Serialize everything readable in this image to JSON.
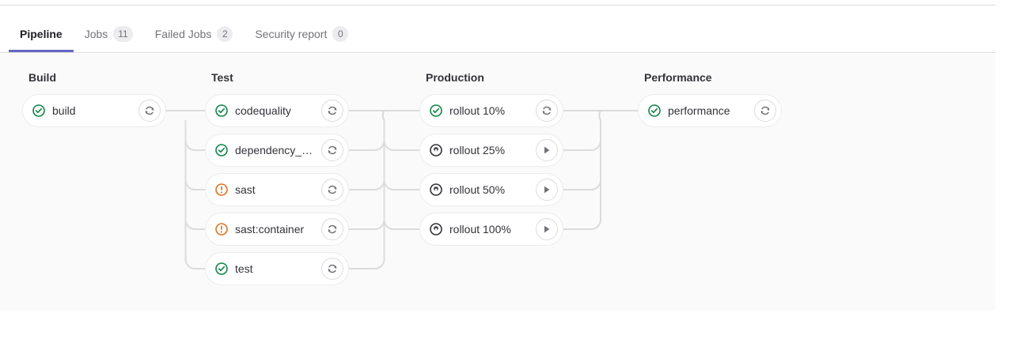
{
  "tabs": [
    {
      "label": "Pipeline",
      "badge": null,
      "active": true,
      "name": "tab-pipeline"
    },
    {
      "label": "Jobs",
      "badge": "11",
      "active": false,
      "name": "tab-jobs"
    },
    {
      "label": "Failed Jobs",
      "badge": "2",
      "active": false,
      "name": "tab-failed-jobs"
    },
    {
      "label": "Security report",
      "badge": "0",
      "active": false,
      "name": "tab-security-report"
    }
  ],
  "colors": {
    "accent": "#6666c4",
    "success": "#108548",
    "warning": "#e17223",
    "manual": "#333238",
    "panel_background": "#fafafa",
    "border": "#dcdcde",
    "badge_background": "#ececef",
    "connector": "#dcdcde"
  },
  "pipeline": {
    "stages": [
      {
        "title": "Build",
        "jobs": [
          {
            "name": "build",
            "status": "success",
            "action": "retry"
          }
        ]
      },
      {
        "title": "Test",
        "jobs": [
          {
            "name": "codequality",
            "status": "success",
            "action": "retry"
          },
          {
            "name": "dependency_s…",
            "status": "success",
            "action": "retry"
          },
          {
            "name": "sast",
            "status": "warning",
            "action": "retry"
          },
          {
            "name": "sast:container",
            "status": "warning",
            "action": "retry"
          },
          {
            "name": "test",
            "status": "success",
            "action": "retry"
          }
        ]
      },
      {
        "title": "Production",
        "jobs": [
          {
            "name": "rollout 10%",
            "status": "success",
            "action": "retry"
          },
          {
            "name": "rollout 25%",
            "status": "manual",
            "action": "play"
          },
          {
            "name": "rollout 50%",
            "status": "manual",
            "action": "play"
          },
          {
            "name": "rollout 100%",
            "status": "manual",
            "action": "play"
          }
        ]
      },
      {
        "title": "Performance",
        "jobs": [
          {
            "name": "performance",
            "status": "success",
            "action": "retry"
          }
        ]
      }
    ]
  },
  "icon_names": {
    "success": "status-success-icon",
    "warning": "status-warning-icon",
    "manual": "status-manual-icon",
    "retry": "retry-icon",
    "play": "play-icon"
  }
}
